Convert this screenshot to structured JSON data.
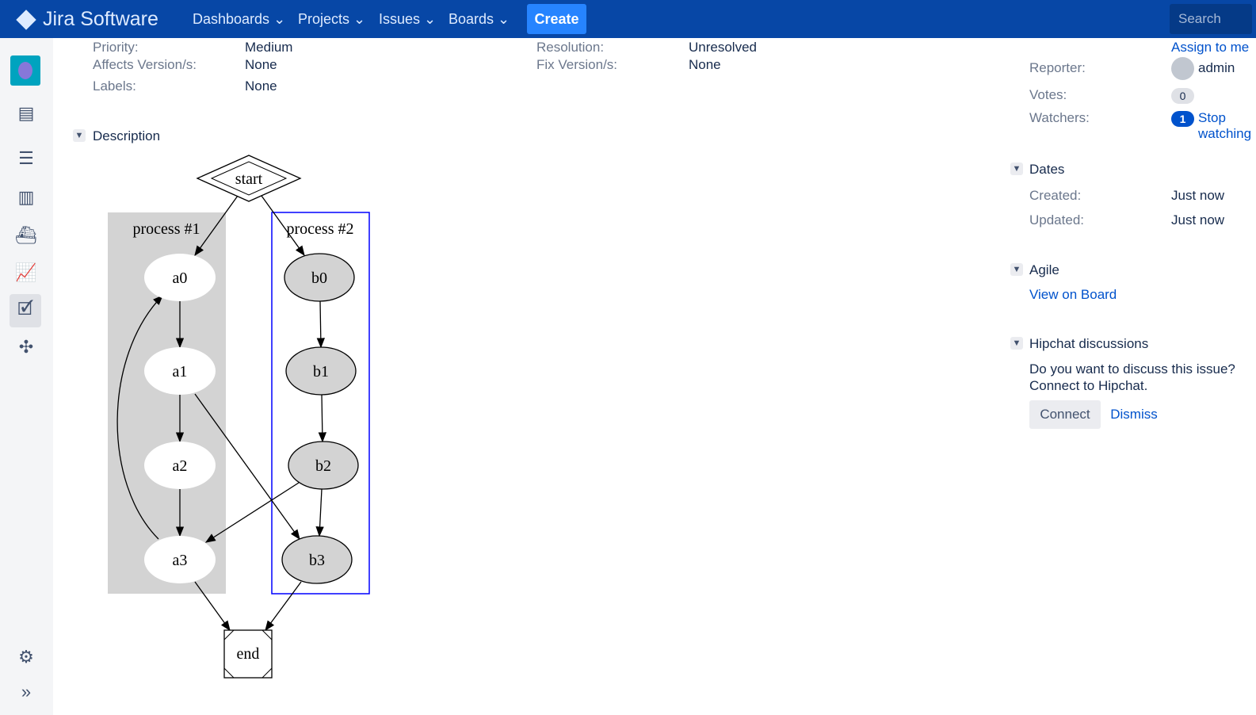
{
  "header": {
    "brand": "Jira Software",
    "nav": [
      "Dashboards",
      "Projects",
      "Issues",
      "Boards"
    ],
    "create": "Create",
    "search_placeholder": "Search"
  },
  "details": {
    "priority_label": "Priority:",
    "priority_value": "Medium",
    "affects_label": "Affects Version/s:",
    "affects_value": "None",
    "labels_label": "Labels:",
    "labels_value": "None",
    "resolution_label": "Resolution:",
    "resolution_value": "Unresolved",
    "fix_label": "Fix Version/s:",
    "fix_value": "None"
  },
  "description": {
    "title": "Description"
  },
  "diagram": {
    "start": "start",
    "end": "end",
    "cluster1": "process #1",
    "cluster2": "process #2",
    "a": [
      "a0",
      "a1",
      "a2",
      "a3"
    ],
    "b": [
      "b0",
      "b1",
      "b2",
      "b3"
    ]
  },
  "people": {
    "assign_link": "Assign to me",
    "reporter_label": "Reporter:",
    "reporter": "admin",
    "votes_label": "Votes:",
    "votes": "0",
    "watchers_label": "Watchers:",
    "watchers": "1",
    "stop_watching": "Stop watching"
  },
  "dates": {
    "title": "Dates",
    "created_label": "Created:",
    "created": "Just now",
    "updated_label": "Updated:",
    "updated": "Just now"
  },
  "agile": {
    "title": "Agile",
    "view_on_board": "View on Board"
  },
  "hipchat": {
    "title": "Hipchat discussions",
    "prompt": "Do you want to discuss this issue? Connect to Hipchat.",
    "connect": "Connect",
    "dismiss": "Dismiss"
  }
}
